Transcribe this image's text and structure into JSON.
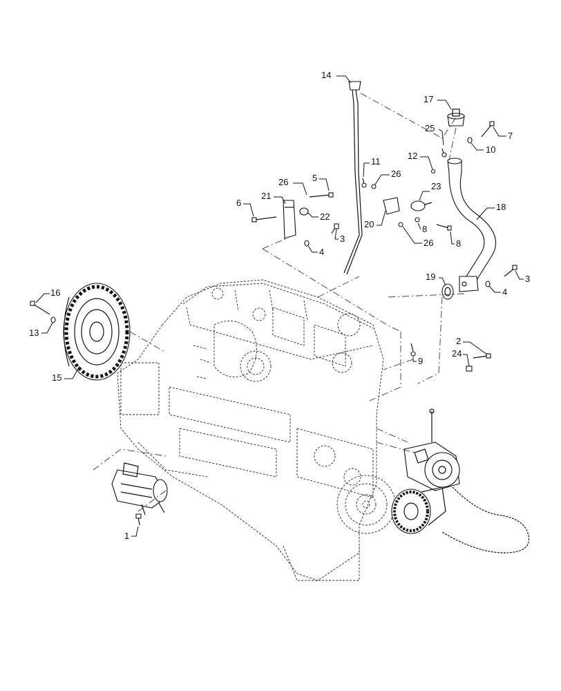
{
  "callouts": [
    {
      "id": "c14",
      "label": "14"
    },
    {
      "id": "c17",
      "label": "17"
    },
    {
      "id": "c25",
      "label": "25"
    },
    {
      "id": "c7",
      "label": "7"
    },
    {
      "id": "c10",
      "label": "10"
    },
    {
      "id": "c11",
      "label": "11"
    },
    {
      "id": "c12",
      "label": "12"
    },
    {
      "id": "c26a",
      "label": "26"
    },
    {
      "id": "c26b",
      "label": "26"
    },
    {
      "id": "c5",
      "label": "5"
    },
    {
      "id": "c6",
      "label": "6"
    },
    {
      "id": "c21",
      "label": "21"
    },
    {
      "id": "c22",
      "label": "22"
    },
    {
      "id": "c23",
      "label": "23"
    },
    {
      "id": "c18",
      "label": "18"
    },
    {
      "id": "c20",
      "label": "20"
    },
    {
      "id": "c8a",
      "label": "8"
    },
    {
      "id": "c8b",
      "label": "8"
    },
    {
      "id": "c26c",
      "label": "26"
    },
    {
      "id": "c3a",
      "label": "3"
    },
    {
      "id": "c4a",
      "label": "4"
    },
    {
      "id": "c19",
      "label": "19"
    },
    {
      "id": "c3b",
      "label": "3"
    },
    {
      "id": "c4b",
      "label": "4"
    },
    {
      "id": "c16",
      "label": "16"
    },
    {
      "id": "c13",
      "label": "13"
    },
    {
      "id": "c15",
      "label": "15"
    },
    {
      "id": "c9",
      "label": "9"
    },
    {
      "id": "c2",
      "label": "2"
    },
    {
      "id": "c24",
      "label": "24"
    },
    {
      "id": "c1",
      "label": "1"
    }
  ]
}
